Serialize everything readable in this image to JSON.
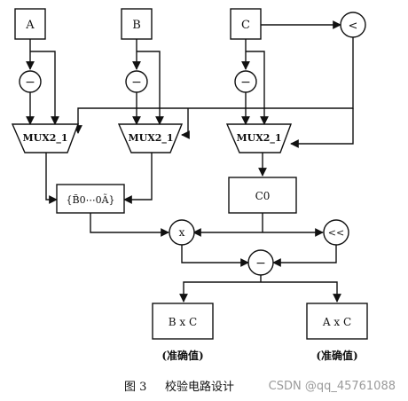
{
  "diagram": {
    "inputs": {
      "a": "A",
      "b": "B",
      "c": "C"
    },
    "ops": {
      "negate": "−",
      "less_than": "<",
      "multiply": "x",
      "shift_left": "<<",
      "subtract": "−"
    },
    "mux_label": "MUX2_1",
    "concat_label": "{B̃0⋯0Ã}",
    "c0_label": "C0",
    "outputs": {
      "left": "B x C",
      "right": "A x C",
      "left_note": "(准确值)",
      "right_note": "(准确值)"
    }
  },
  "caption": {
    "figure": "图 3",
    "title": "校验电路设计"
  },
  "watermark": "CSDN @qq_45761088",
  "colors": {
    "stroke": "#111111",
    "background": "#ffffff",
    "watermark": "#9a9a9a"
  }
}
